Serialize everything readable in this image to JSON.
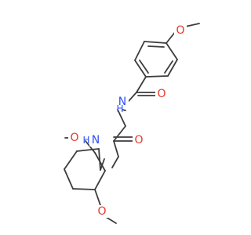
{
  "molecule": {
    "atoms": {
      "o_methoxy_top": "O",
      "o_amide_top": "O",
      "n_amide_top": "N",
      "h_amide_top": "H",
      "n_amide_bottom": "N",
      "h_amide_bottom": "H",
      "o_amide_bottom": "O",
      "o_methoxy_ortho": "O",
      "o_methoxy_para": "O"
    }
  },
  "colors": {
    "bond": "#3c3c3c",
    "oxygen": "#e8362a",
    "nitrogen": "#3050f8",
    "background": "#ffffff"
  }
}
